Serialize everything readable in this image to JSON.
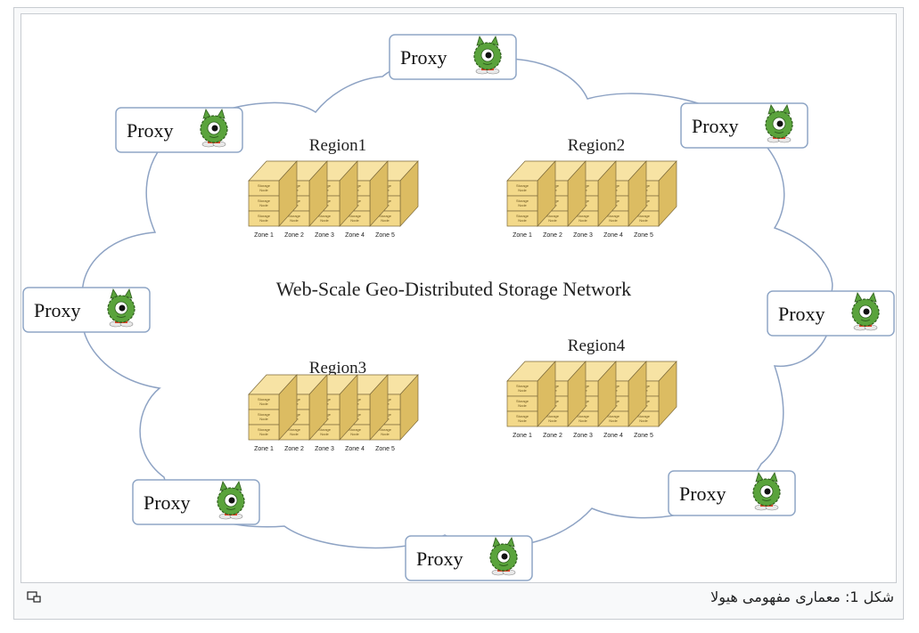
{
  "figure": {
    "title": "Web-Scale Geo-Distributed Storage Network",
    "proxy_label": "Proxy",
    "proxies": [
      {
        "id": "top",
        "label": "Proxy"
      },
      {
        "id": "top-left",
        "label": "Proxy"
      },
      {
        "id": "top-right",
        "label": "Proxy"
      },
      {
        "id": "left",
        "label": "Proxy"
      },
      {
        "id": "right",
        "label": "Proxy"
      },
      {
        "id": "bottom-left",
        "label": "Proxy"
      },
      {
        "id": "bottom-right",
        "label": "Proxy"
      },
      {
        "id": "bottom",
        "label": "Proxy"
      }
    ],
    "regions": [
      {
        "label": "Region1"
      },
      {
        "label": "Region2"
      },
      {
        "label": "Region3"
      },
      {
        "label": "Region4"
      }
    ],
    "zones": [
      "Zone 1",
      "Zone 2",
      "Zone 3",
      "Zone 4",
      "Zone 5"
    ],
    "node_label_line1": "Storage",
    "node_label_line2": "Node",
    "colors": {
      "cloud_stroke": "#8ea3c4",
      "box_fill": "#f3d98a",
      "box_top": "#f7e3a4",
      "box_side": "#dcbc62",
      "box_stroke": "#7d6a3a",
      "monster_green": "#5aa33c",
      "proxy_border": "#8fa6c6"
    }
  },
  "caption": {
    "text": "شکل 1: معماری مفهومی هیولا",
    "magnify_icon": "enlarge-icon"
  }
}
